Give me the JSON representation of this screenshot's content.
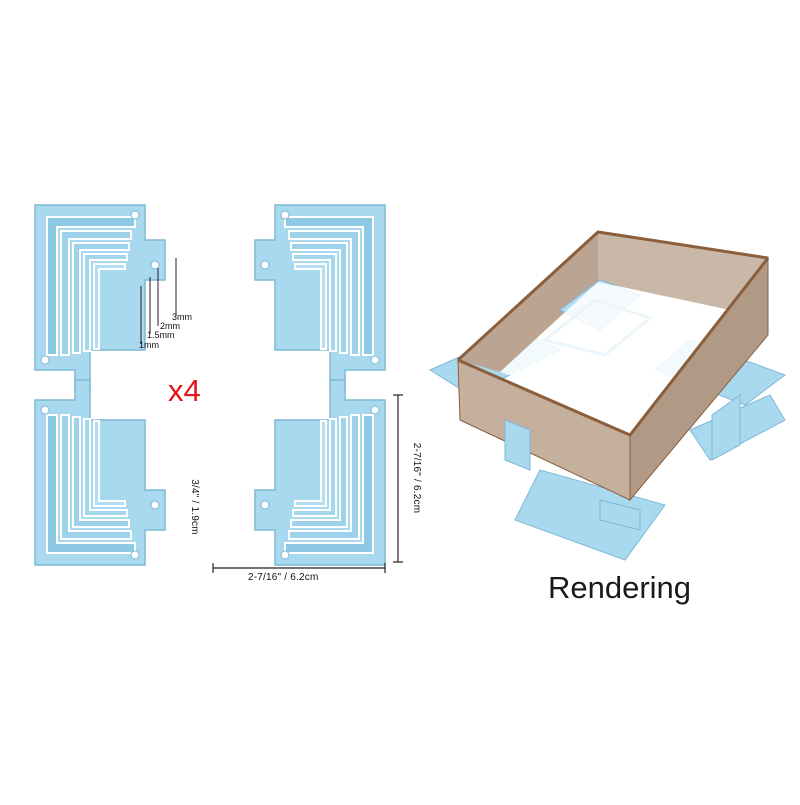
{
  "product": {
    "quantity_label": "x4",
    "gap_labels": [
      "3mm",
      "2mm",
      "1.5mm",
      "1mm"
    ],
    "height_label": "3/4\" / 1.9cm",
    "width_label": "2-7/16\" / 6.2cm",
    "depth_label": "2-7/16\" / 6.2cm",
    "rendering_caption": "Rendering"
  },
  "colors": {
    "clip_blue": "#a9d9ee",
    "clip_edge": "#7fb9d6",
    "board_face": "#c9b8a8",
    "board_edge": "#8b5e3c",
    "accent_red": "#e3141b"
  }
}
